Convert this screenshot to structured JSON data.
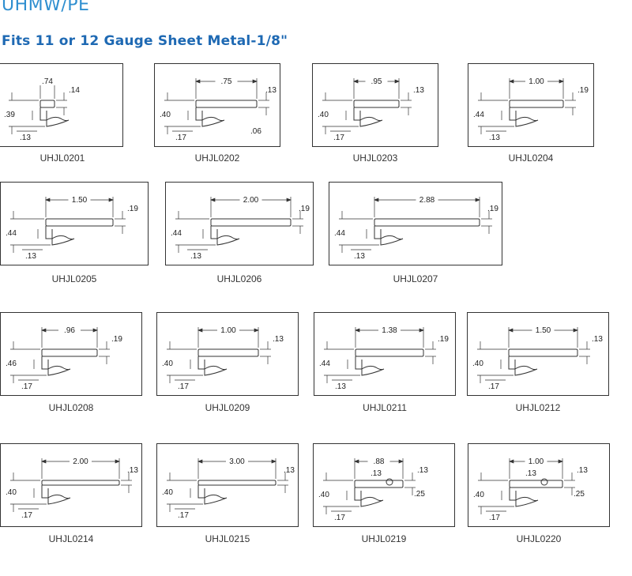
{
  "header": {
    "brand": "UHMW/PE",
    "subtitle": "Fits 11 or 12 Gauge Sheet Metal-1/8\""
  },
  "parts": [
    {
      "id": "UHJL0201",
      "length": ".74",
      "thickness": ".14",
      "height": ".39",
      "lip": ".13"
    },
    {
      "id": "UHJL0202",
      "length": ".75",
      "thickness": ".13",
      "height": ".40",
      "lip": ".17",
      "extra": ".06"
    },
    {
      "id": "UHJL0203",
      "length": ".95",
      "thickness": ".13",
      "height": ".40",
      "lip": ".17"
    },
    {
      "id": "UHJL0204",
      "length": "1.00",
      "thickness": ".19",
      "height": ".44",
      "lip": ".13"
    },
    {
      "id": "UHJL0205",
      "length": "1.50",
      "thickness": ".19",
      "height": ".44",
      "lip": ".13"
    },
    {
      "id": "UHJL0206",
      "length": "2.00",
      "thickness": ".19",
      "height": ".44",
      "lip": ".13"
    },
    {
      "id": "UHJL0207",
      "length": "2.88",
      "thickness": ".19",
      "height": ".44",
      "lip": ".13"
    },
    {
      "id": "UHJL0208",
      "length": ".96",
      "thickness": ".19",
      "height": ".46",
      "lip": ".17"
    },
    {
      "id": "UHJL0209",
      "length": "1.00",
      "thickness": ".13",
      "height": ".40",
      "lip": ".17"
    },
    {
      "id": "UHJL0211",
      "length": "1.38",
      "thickness": ".19",
      "height": ".44",
      "lip": ".13"
    },
    {
      "id": "UHJL0212",
      "length": "1.50",
      "thickness": ".13",
      "height": ".40",
      "lip": ".17"
    },
    {
      "id": "UHJL0214",
      "length": "2.00",
      "thickness": ".13",
      "height": ".40",
      "lip": ".17"
    },
    {
      "id": "UHJL0215",
      "length": "3.00",
      "thickness": ".13",
      "height": ".40",
      "lip": ".17"
    },
    {
      "id": "UHJL0219",
      "length": ".88",
      "thickness": ".13",
      "height": ".40",
      "lip": ".17",
      "bead": ".13",
      "bead_height": ".25"
    },
    {
      "id": "UHJL0220",
      "length": "1.00",
      "thickness": ".13",
      "height": ".40",
      "lip": ".17",
      "bead": ".13",
      "bead_height": ".25"
    }
  ]
}
